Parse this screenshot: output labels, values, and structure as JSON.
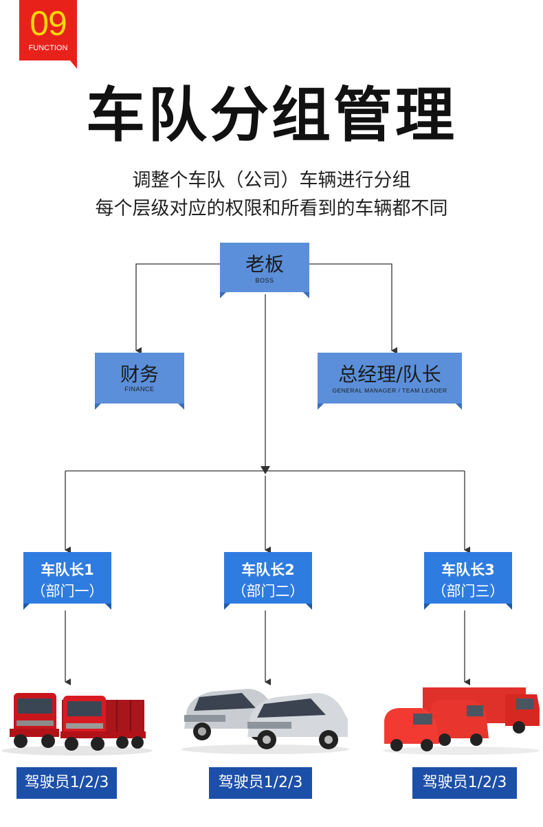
{
  "badge": {
    "number": "09",
    "caption": "FUNCTION"
  },
  "title": "车队分组管理",
  "subtitle": [
    "调整个车队（公司）车辆进行分组",
    "每个层级对应的权限和所看到的车辆都不同"
  ],
  "org": {
    "boss": {
      "label": "老板",
      "en": "BOSS"
    },
    "finance": {
      "label": "财务",
      "en": "FINANCE"
    },
    "manager": {
      "label": "总经理/队长",
      "en": "GENERAL MANAGER / TEAM LEADER"
    },
    "teams": [
      {
        "label": "车队长1",
        "dept": "（部门一）",
        "driver": "驾驶员1/2/3",
        "vehicle": "truck-icon"
      },
      {
        "label": "车队长2",
        "dept": "（部门二）",
        "driver": "驾驶员1/2/3",
        "vehicle": "suv-icon"
      },
      {
        "label": "车队长3",
        "dept": "（部门三）",
        "driver": "驾驶员1/2/3",
        "vehicle": "van-icon"
      }
    ]
  },
  "colors": {
    "ribbon": "#e8221b",
    "box": "#5b8fd9",
    "dept": "#2f7ce0",
    "driver": "#1c4fa8",
    "line": "#333333"
  }
}
